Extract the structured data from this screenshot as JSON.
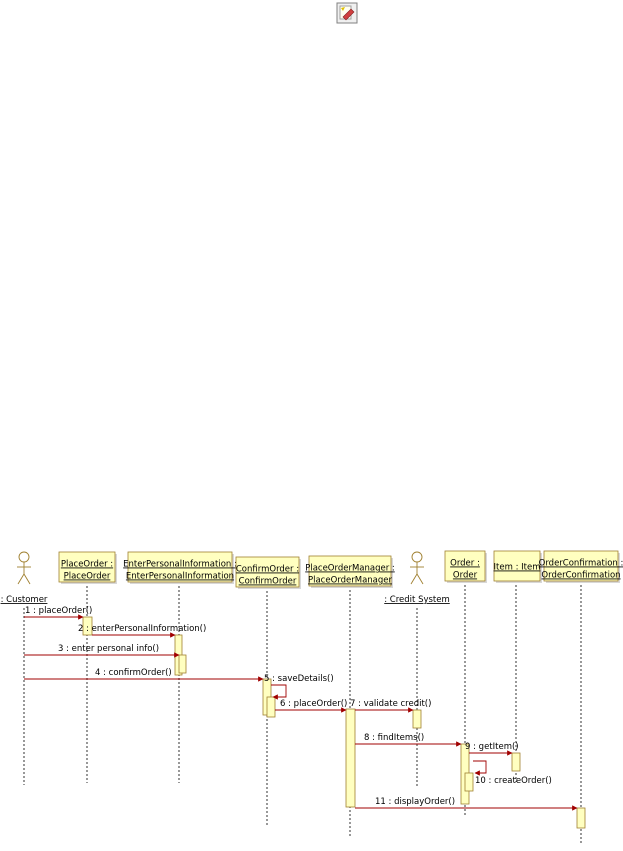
{
  "toolbar": {
    "icon": "note-edit-icon"
  },
  "diagram": {
    "type": "sequence",
    "colors": {
      "box_fill": "#ffffc0",
      "box_stroke": "#a08030",
      "message": "#a00000",
      "lifeline": "#000000"
    },
    "lifelines": [
      {
        "id": "customer",
        "kind": "actor",
        "lines": [
          ": Customer"
        ]
      },
      {
        "id": "place-order",
        "kind": "object",
        "lines": [
          "PlaceOrder :",
          "PlaceOrder"
        ]
      },
      {
        "id": "enter-personal-information",
        "kind": "object",
        "lines": [
          "EnterPersonalInformation :",
          "EnterPersonalInformation"
        ]
      },
      {
        "id": "confirm-order",
        "kind": "object",
        "lines": [
          "ConfirmOrder :",
          "ConfirmOrder"
        ]
      },
      {
        "id": "place-order-manager",
        "kind": "object",
        "lines": [
          "PlaceOrderManager :",
          "PlaceOrderManager"
        ]
      },
      {
        "id": "credit-system",
        "kind": "actor",
        "lines": [
          ": Credit System"
        ]
      },
      {
        "id": "order",
        "kind": "object",
        "lines": [
          "Order :",
          "Order"
        ]
      },
      {
        "id": "item",
        "kind": "object",
        "lines": [
          "Item : Item"
        ]
      },
      {
        "id": "order-confirmation",
        "kind": "object",
        "lines": [
          "OrderConfirmation :",
          "OrderConfirmation"
        ]
      }
    ],
    "messages": [
      {
        "seq": "1",
        "label": "1 : placeOrder()",
        "from": "customer",
        "to": "place-order"
      },
      {
        "seq": "2",
        "label": "2 : enterPersonalInformation()",
        "from": "place-order",
        "to": "enter-personal-information"
      },
      {
        "seq": "3",
        "label": "3 : enter personal info()",
        "from": "customer",
        "to": "enter-personal-information"
      },
      {
        "seq": "4",
        "label": "4 : confirmOrder()",
        "from": "customer",
        "to": "confirm-order"
      },
      {
        "seq": "5",
        "label": "5 : saveDetails()",
        "from": "confirm-order",
        "to": "confirm-order"
      },
      {
        "seq": "6",
        "label": "6 : placeOrder()",
        "from": "confirm-order",
        "to": "place-order-manager"
      },
      {
        "seq": "7",
        "label": "7 : validate credit()",
        "from": "place-order-manager",
        "to": "credit-system"
      },
      {
        "seq": "8",
        "label": "8 : findItems()",
        "from": "place-order-manager",
        "to": "order"
      },
      {
        "seq": "9",
        "label": "9 : getItem()",
        "from": "order",
        "to": "item"
      },
      {
        "seq": "10",
        "label": "10 : createOrder()",
        "from": "order",
        "to": "order"
      },
      {
        "seq": "11",
        "label": "11 : displayOrder()",
        "from": "place-order-manager",
        "to": "order-confirmation"
      }
    ]
  }
}
